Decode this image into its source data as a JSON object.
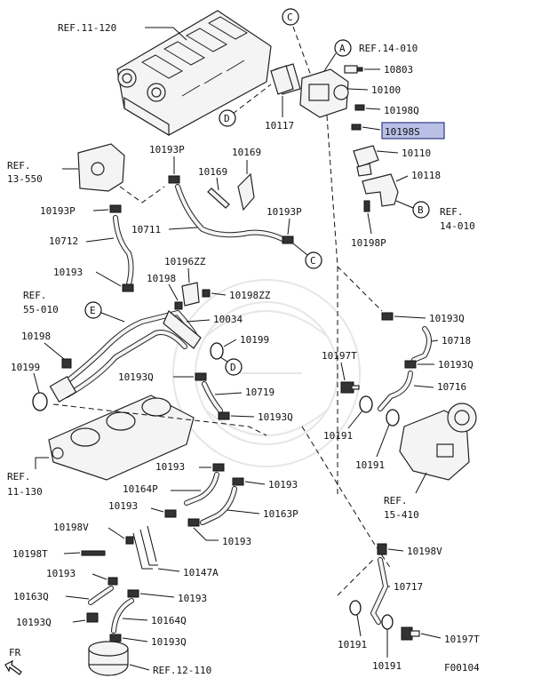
{
  "diagram": {
    "footer_code": "F00104",
    "fr_label": "FR",
    "highlighted_part": "10198S",
    "labels": {
      "ref_11_120": "REF.11-120",
      "ref_14_010_top": "REF.14-010",
      "p10803": "10803",
      "p10100": "10100",
      "p10198q_top": "10198Q",
      "p10198s": "10198S",
      "p10117": "10117",
      "p10110": "10110",
      "p10118": "10118",
      "ref_14_010_right_a": "REF.",
      "ref_14_010_right_b": "14-010",
      "p10198p": "10198P",
      "ref_13_550_a": "REF.",
      "ref_13_550_b": "13-550",
      "p10193p_a": "10193P",
      "p10169": "10169",
      "p10169b": "10169",
      "p10193p_b": "10193P",
      "p10193p_c": "10193P",
      "p10711": "10711",
      "p10712": "10712",
      "p10193_a": "10193",
      "p10196zz": "10196ZZ",
      "p10198_a": "10198",
      "p10198zz": "10198ZZ",
      "ref_55_010_a": "REF.",
      "ref_55_010_b": "55-010",
      "p10034": "10034",
      "p10198_b": "10198",
      "p10199_a": "10199",
      "p10199_b": "10199",
      "p10193q_a": "10193Q",
      "p10718": "10718",
      "p10197t_a": "10197T",
      "p10193q_b": "10193Q",
      "p10193q_c": "10193Q",
      "p10719": "10719",
      "p10716": "10716",
      "p10193q_d": "10193Q",
      "p10191_a": "10191",
      "p10191_b": "10191",
      "ref_11_130_a": "REF.",
      "ref_11_130_b": "11-130",
      "p10193_b": "10193",
      "p10193_c": "10193",
      "p10164p": "10164P",
      "p10193_d": "10193",
      "p10163p": "10163P",
      "ref_15_410_a": "REF.",
      "ref_15_410_b": "15-410",
      "p10198v_a": "10198V",
      "p10193_e": "10193",
      "p10198t": "10198T",
      "p10198v_b": "10198V",
      "p10193_f": "10193",
      "p10147a": "10147A",
      "p10163q": "10163Q",
      "p10193_g": "10193",
      "p10717": "10717",
      "p10193q_e": "10193Q",
      "p10164q": "10164Q",
      "p10193q_f": "10193Q",
      "p10191_c": "10191",
      "p10197t_b": "10197T",
      "ref_12_110": "REF.12-110",
      "p10191_d": "10191"
    },
    "callouts": {
      "a": "A",
      "b": "B",
      "c_top": "C",
      "c_mid": "C",
      "d_top": "D",
      "d_mid": "D",
      "e": "E"
    }
  }
}
